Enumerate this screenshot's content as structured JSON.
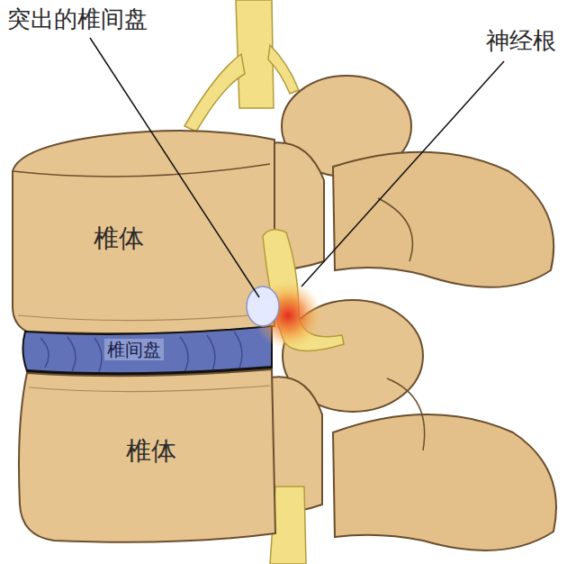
{
  "diagram": {
    "labels": [
      "突出的椎间盘",
      "神经根",
      "椎体",
      "椎间盘",
      "椎体"
    ]
  }
}
